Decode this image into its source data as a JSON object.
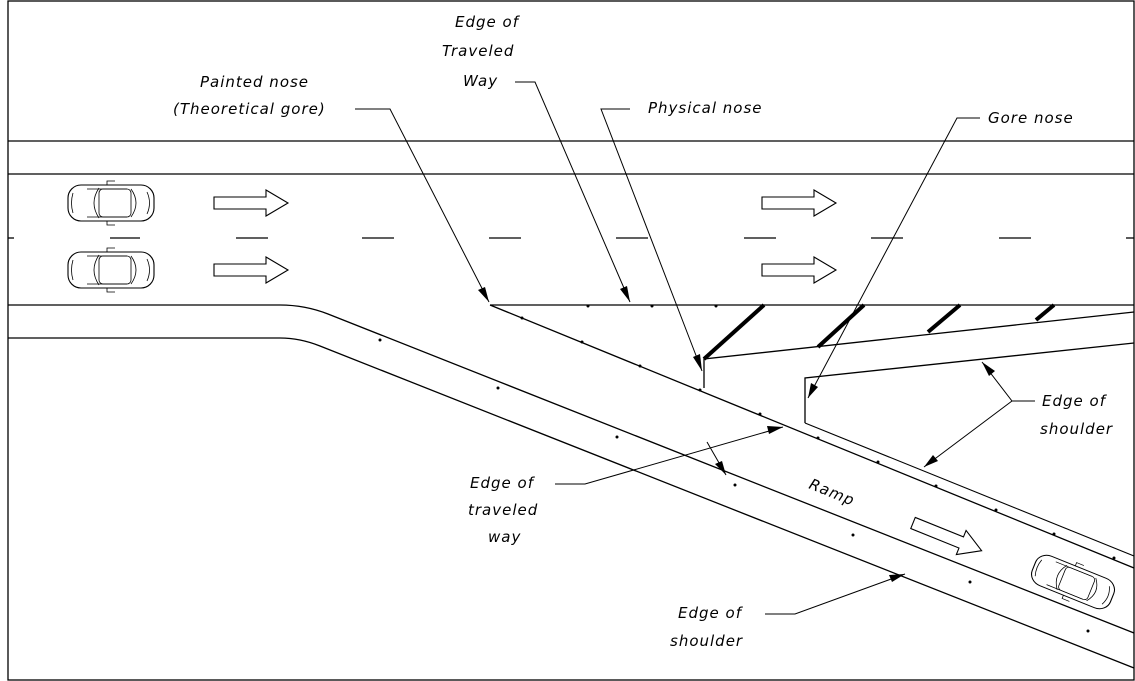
{
  "labels": {
    "painted_nose_1": "Painted nose",
    "painted_nose_2": "(Theoretical gore)",
    "etw_top_1": "Edge of",
    "etw_top_2": "Traveled",
    "etw_top_3": "Way",
    "physical_nose": "Physical nose",
    "gore_nose": "Gore nose",
    "eos_right_1": "Edge of",
    "eos_right_2": "shoulder",
    "etw_bottom_1": "Edge of",
    "etw_bottom_2": "traveled",
    "etw_bottom_3": "way",
    "ramp": "Ramp",
    "eos_bottom_1": "Edge of",
    "eos_bottom_2": "shoulder"
  },
  "colors": {
    "line": "#000000",
    "background": "#ffffff"
  },
  "icons": {
    "vehicle": "car-topview-icon",
    "direction": "traffic-flow-arrow-icon"
  }
}
